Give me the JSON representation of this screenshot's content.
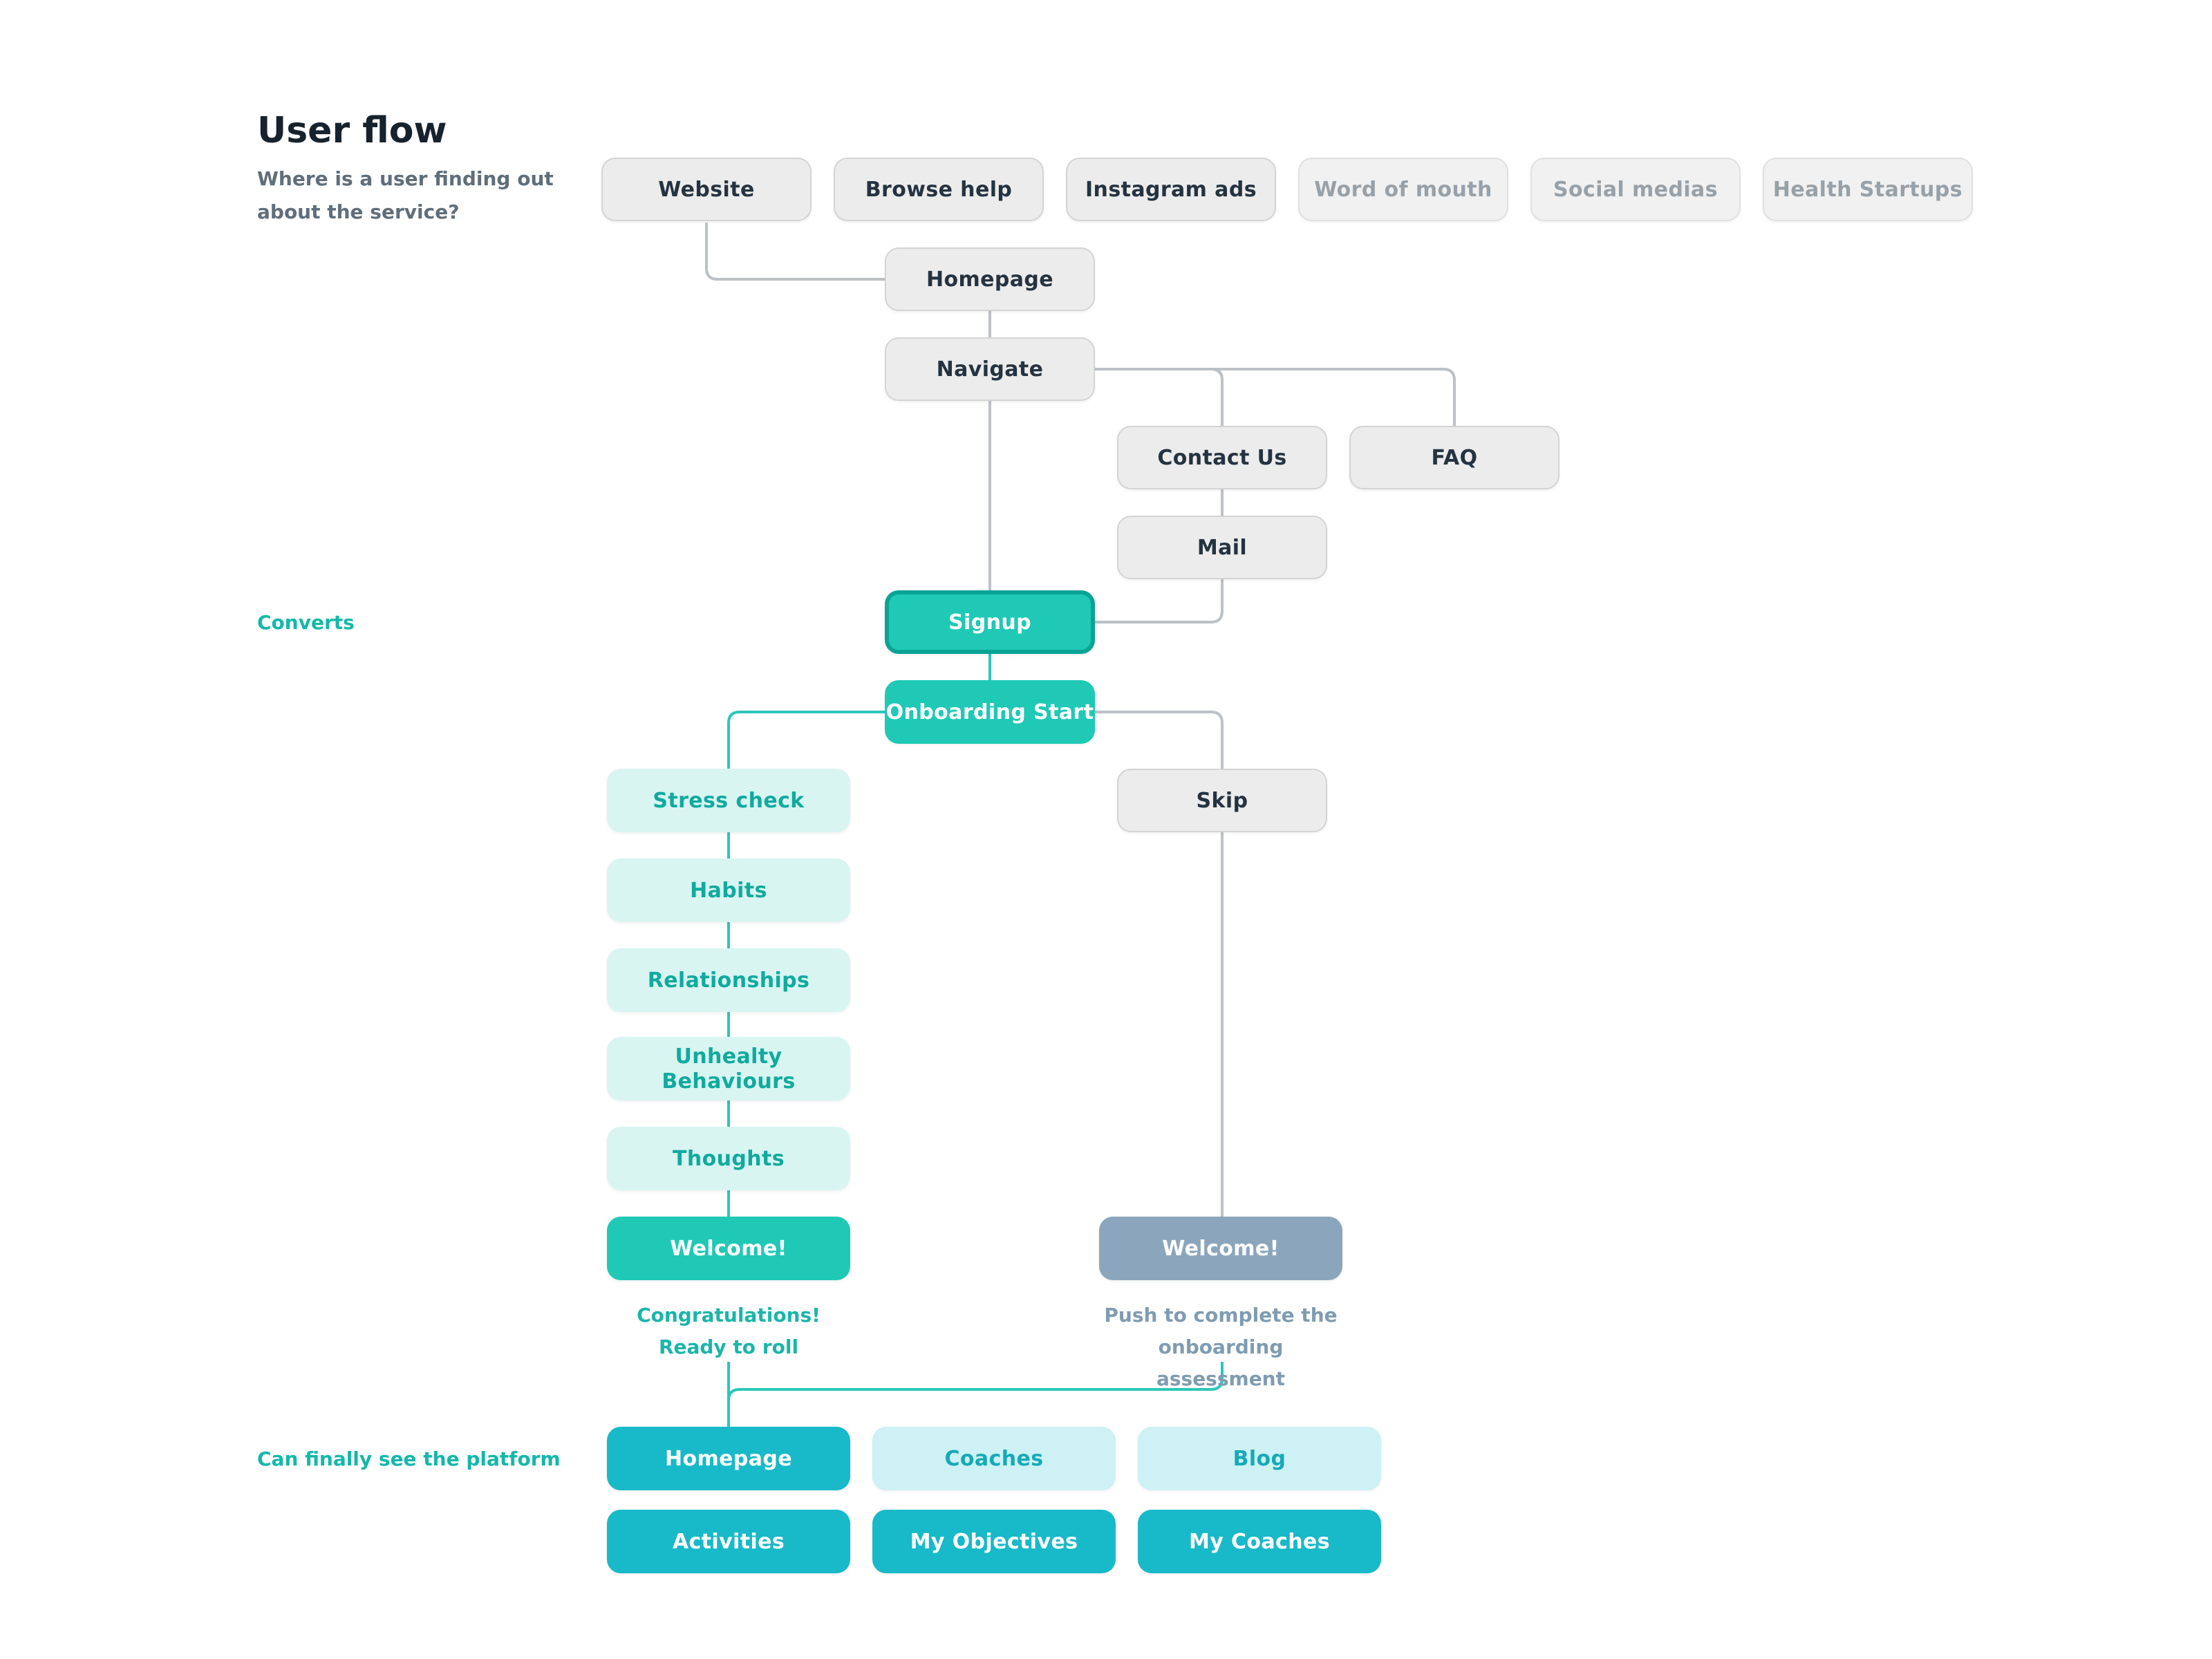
{
  "header": {
    "title": "User flow",
    "subtitle_line1": "Where is a user finding out",
    "subtitle_line2": "about the service?"
  },
  "side_labels": {
    "converts": "Converts",
    "platform": "Can finally see the platform"
  },
  "sources": {
    "website": "Website",
    "browse_help": "Browse help",
    "instagram_ads": "Instagram ads",
    "word_of_mouth": "Word of mouth",
    "social_medias": "Social medias",
    "health_startups": "Health Startups"
  },
  "flow": {
    "homepage": "Homepage",
    "navigate": "Navigate",
    "contact_us": "Contact Us",
    "faq": "FAQ",
    "mail": "Mail",
    "signup": "Signup",
    "onboarding_start": "Onboarding Start",
    "skip": "Skip"
  },
  "onboarding_steps": {
    "stress_check": "Stress check",
    "habits": "Habits",
    "relationships": "Relationships",
    "unhealthy_behaviours": "Unhealty Behaviours",
    "thoughts": "Thoughts",
    "welcome": "Welcome!"
  },
  "skip_branch": {
    "welcome": "Welcome!"
  },
  "annotations": {
    "completed_line1": "Congratulations!",
    "completed_line2": "Ready to roll",
    "skipped_line1": "Push to complete the",
    "skipped_line2": "onboarding assessment"
  },
  "platform": {
    "homepage": "Homepage",
    "coaches": "Coaches",
    "blog": "Blog",
    "activities": "Activities",
    "my_objectives": "My Objectives",
    "my_coaches": "My Coaches"
  },
  "colors": {
    "teal": "#1fc9b6",
    "teal_border": "#0aa396",
    "cyan": "#18b9c8",
    "light_teal": "#d8f5f2",
    "light_cyan": "#cdf1f4",
    "slate_blue": "#8ba6bc",
    "gray_node": "#ececec",
    "connector_gray": "#bcc1c6",
    "connector_teal": "#2cc7bb"
  }
}
